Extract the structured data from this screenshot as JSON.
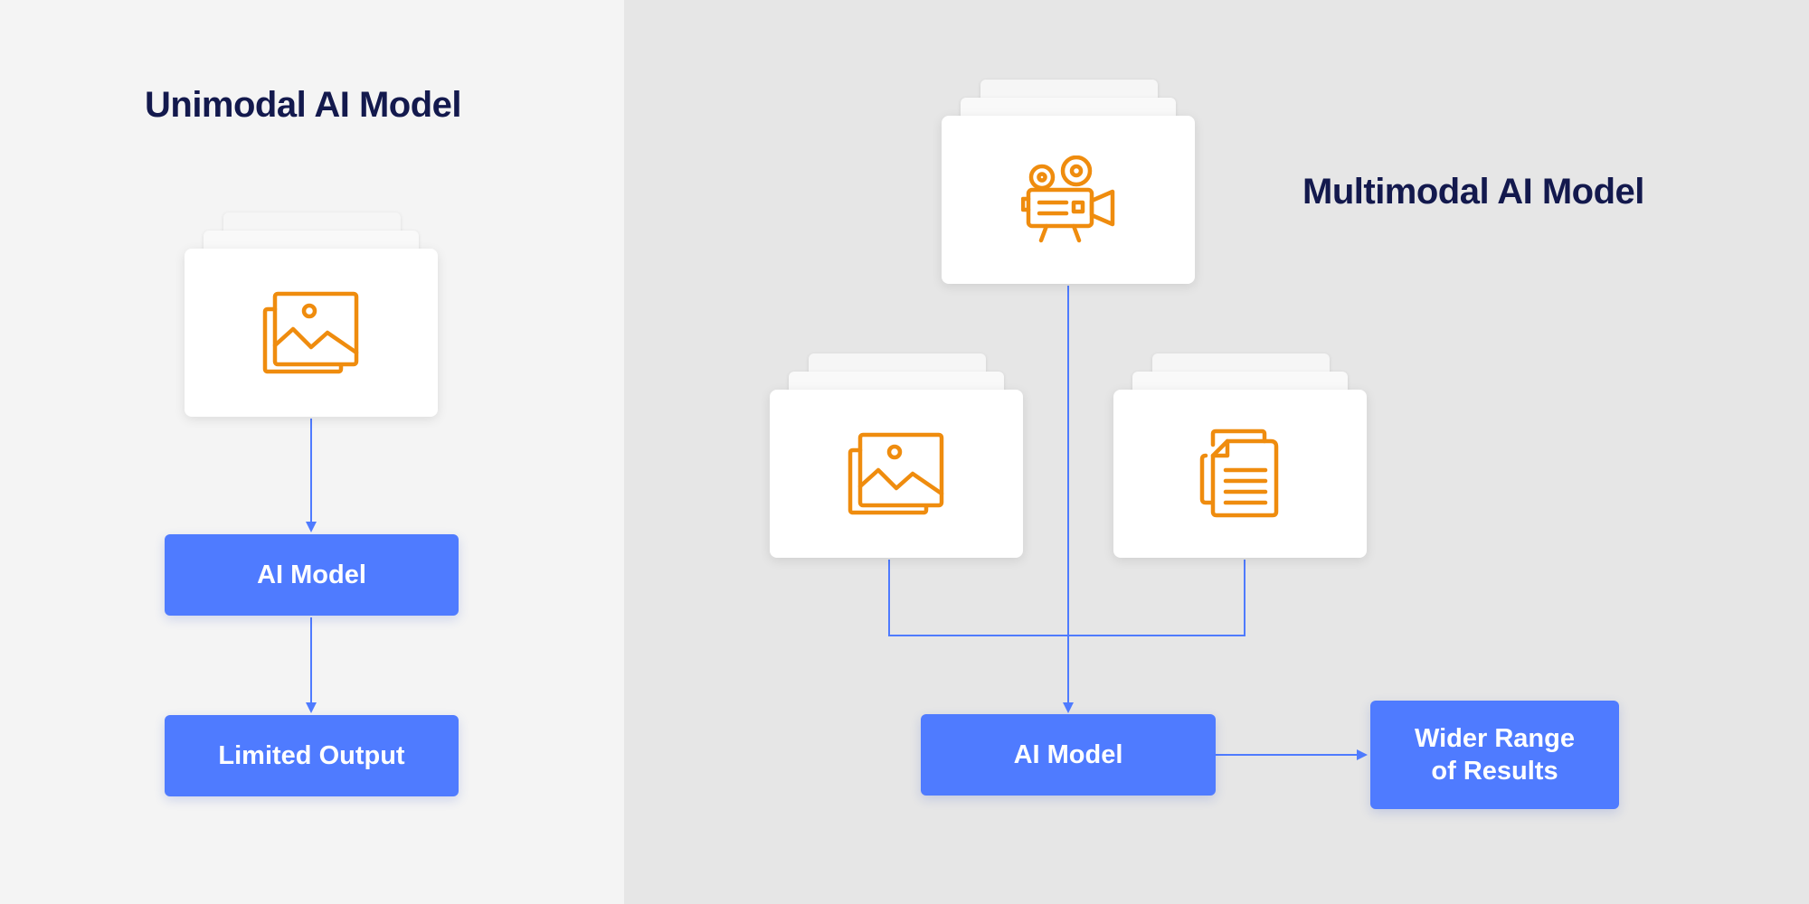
{
  "unimodal": {
    "title": "Unimodal AI Model",
    "input_icon": "image-icon",
    "model_label": "AI Model",
    "output_label": "Limited Output"
  },
  "multimodal": {
    "title": "Multimodal AI Model",
    "input_icons": [
      "video-camera-icon",
      "image-icon",
      "document-icon"
    ],
    "model_label": "AI Model",
    "output_label": "Wider Range\nof Results"
  },
  "colors": {
    "left_background": "#f4f4f4",
    "right_background": "#e6e6e6",
    "title_text": "#13194d",
    "box_fill": "#4f7bff",
    "connector": "#4f7bff",
    "icon": "#ef8c0e"
  }
}
